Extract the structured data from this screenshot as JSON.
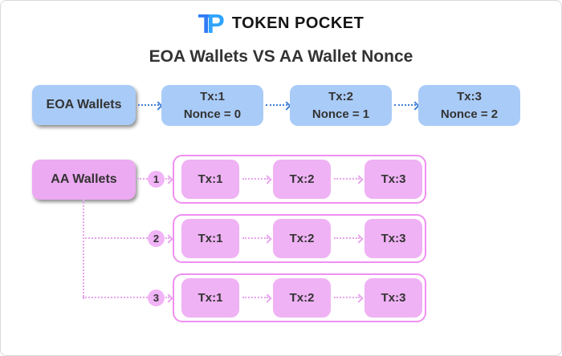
{
  "brand": {
    "logo_t": "T",
    "logo_p": "P",
    "name": "TOKEN POCKET"
  },
  "title": "EOA Wallets VS AA Wallet Nonce",
  "colors": {
    "logo_t_color": "#2e7bf6",
    "logo_p_color": "#2fa4ff",
    "blue_fill": "#a9cbf7",
    "blue_arrow": "#3f7fd9",
    "pink_fill": "#ecaaf2",
    "pink_node": "#efb2f4",
    "pink_border": "#f08ff0",
    "pink_arrow": "#e8a3ee",
    "circle_fill": "#f1b4f6"
  },
  "eoa": {
    "label": "EOA Wallets",
    "nodes": [
      {
        "line1": "Tx:1",
        "line2": "Nonce = 0"
      },
      {
        "line1": "Tx:2",
        "line2": "Nonce = 1"
      },
      {
        "line1": "Tx:3",
        "line2": "Nonce = 2"
      }
    ]
  },
  "aa": {
    "label": "AA Wallets",
    "rows": [
      {
        "badge": "1",
        "nodes": [
          "Tx:1",
          "Tx:2",
          "Tx:3"
        ]
      },
      {
        "badge": "2",
        "nodes": [
          "Tx:1",
          "Tx:2",
          "Tx:3"
        ]
      },
      {
        "badge": "3",
        "nodes": [
          "Tx:1",
          "Tx:2",
          "Tx:3"
        ]
      }
    ]
  }
}
